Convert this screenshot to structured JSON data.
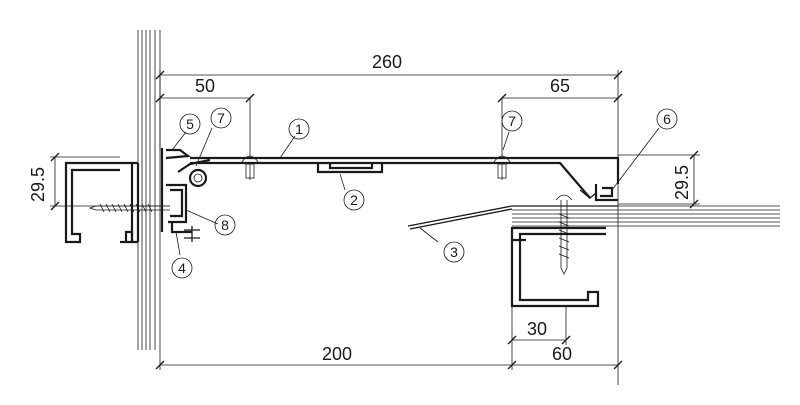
{
  "dimensions": {
    "top_overall": "260",
    "top_left": "50",
    "top_right": "65",
    "left_height": "29.5",
    "right_height": "29.5",
    "bottom_left": "200",
    "bottom_right": "60",
    "bottom_small": "30"
  },
  "callouts": [
    "1",
    "2",
    "3",
    "4",
    "5",
    "6",
    "7",
    "7",
    "8"
  ]
}
